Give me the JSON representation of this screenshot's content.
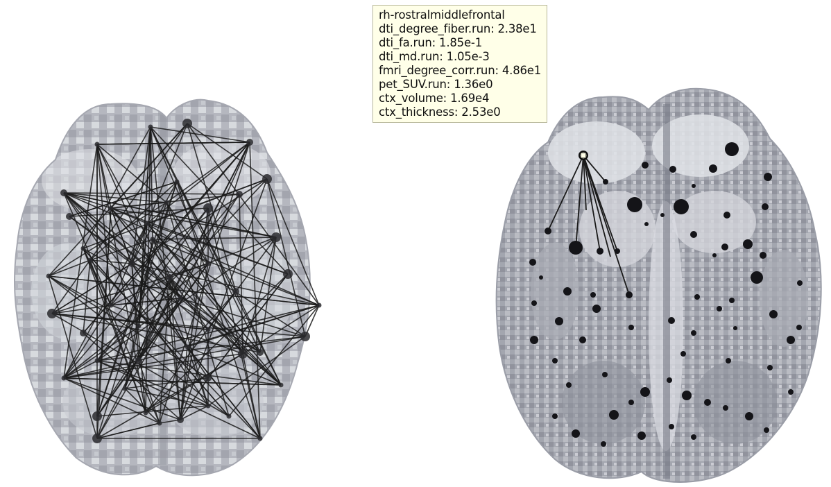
{
  "tooltip": {
    "region": "rh-rostralmiddlefrontal",
    "lines": [
      "dti_degree_fiber.run: 2.38e1",
      "dti_fa.run: 1.85e-1",
      "dti_md.run: 1.05e-3",
      "fmri_degree_corr.run: 4.86e1",
      "pet_SUV.run: 1.36e0",
      "ctx_volume: 1.69e4",
      "ctx_thickness: 2.53e0"
    ]
  },
  "colors": {
    "background": "#ffffff",
    "brain_fill": "#8c8f9a",
    "brain_highlight": "#e6e8ee",
    "node": "#111111",
    "edge": "#1a1a1a",
    "tooltip_bg": "#ffffe8"
  },
  "views": {
    "left": "brain network with all edges",
    "right": "brain nodes with edges of selected region"
  }
}
